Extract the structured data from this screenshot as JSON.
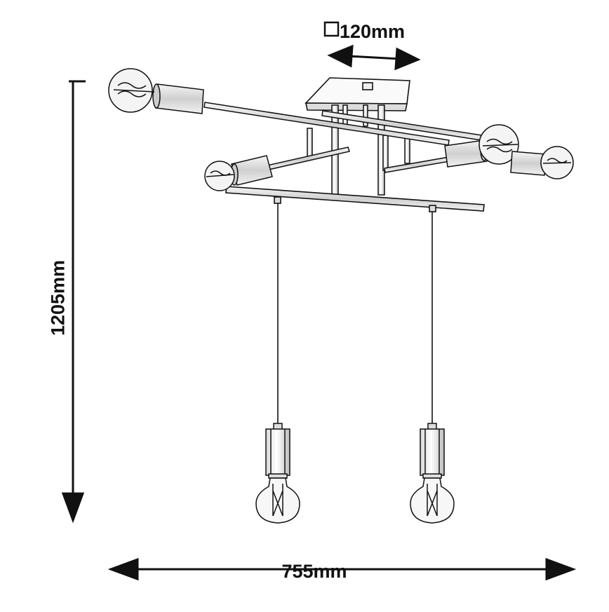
{
  "diagram": {
    "dimensions": {
      "width_label": "755mm",
      "height_label": "1205mm",
      "base_label": "120mm",
      "base_symbol": "square-icon"
    },
    "fixture": {
      "ceiling_arms_with_bulbs": 4,
      "pendant_bulbs": 2
    },
    "colors": {
      "line": "#111111",
      "metal_fill": "#e9e9e9",
      "background": "#ffffff"
    }
  }
}
